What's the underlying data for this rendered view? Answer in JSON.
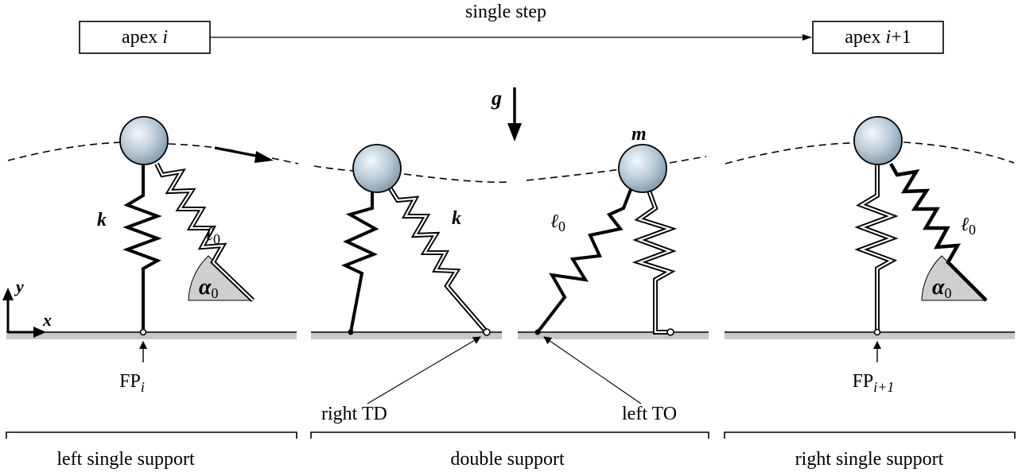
{
  "header": {
    "apex_i": {
      "text": "apex ",
      "var": "i"
    },
    "step_label": "single step",
    "apex_next": {
      "text": "apex ",
      "var": "i",
      "suffix": "+1"
    }
  },
  "symbols": {
    "gravity": "g",
    "mass": "m",
    "stiffness": "k",
    "rest_length": {
      "base": "ℓ",
      "sub": "0"
    },
    "angle": {
      "base": "α",
      "sub": "0"
    },
    "axis_x": "x",
    "axis_y": "y"
  },
  "foot_points": {
    "left": {
      "base": "FP",
      "sub": "i"
    },
    "right": {
      "base": "FP",
      "sub": "i+1"
    }
  },
  "events": {
    "touchdown": "right TD",
    "takeoff": "left TO"
  },
  "phases": {
    "left": "left single support",
    "middle": "double support",
    "right": "right single support"
  },
  "colors": {
    "ink": "#000000",
    "ground": "#c8c8c8",
    "angle_fill": "#cfcfcf",
    "mass_light": "#f4f8fb",
    "mass_mid": "#b9cbd8",
    "mass_dark": "#7f97a8"
  }
}
